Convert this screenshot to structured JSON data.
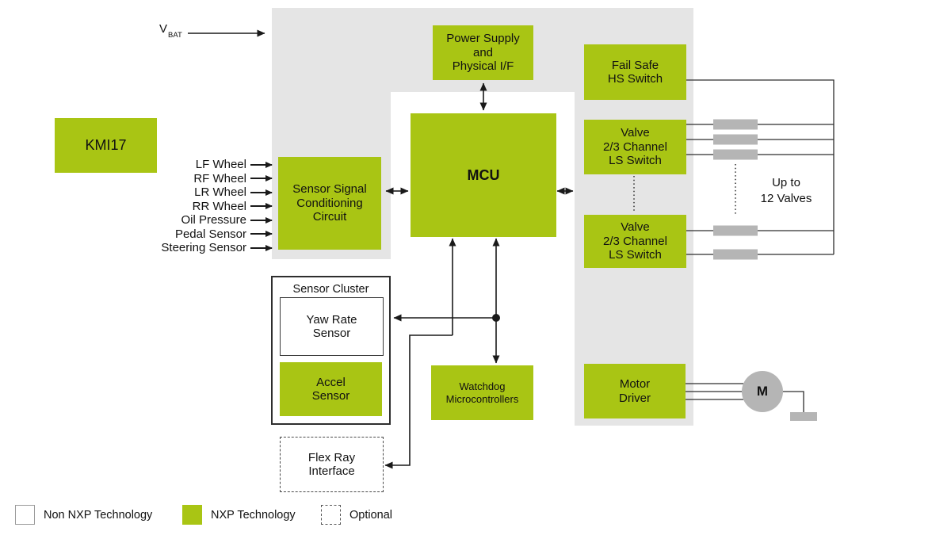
{
  "colors": {
    "nxp_green": "#A9C514",
    "panel_gray": "#E5E5E5",
    "component_gray": "#B5B5B5",
    "line_black": "#1a1a1a"
  },
  "blocks": {
    "kmi17": "KMI17",
    "power_supply": "Power Supply\nand\nPhysical I/F",
    "sensor_signal": "Sensor Signal\nConditioning\nCircuit",
    "mcu": "MCU",
    "fail_safe": "Fail Safe\nHS Switch",
    "valve_switch_1": "Valve\n2/3 Channel\nLS Switch",
    "valve_switch_2": "Valve\n2/3 Channel\nLS Switch",
    "watchdog": "Watchdog\nMicrocontrollers",
    "motor_driver": "Motor\nDriver",
    "sensor_cluster": "Sensor Cluster",
    "yaw_rate": "Yaw Rate\nSensor",
    "accel": "Accel\nSensor",
    "flex_ray": "Flex Ray\nInterface"
  },
  "sensor_inputs": [
    "LF Wheel",
    "RF Wheel",
    "LR Wheel",
    "RR Wheel",
    "Oil Pressure",
    "Pedal Sensor",
    "Steering Sensor"
  ],
  "annotations": {
    "vbat_main": "V",
    "vbat_sub": "BAT",
    "up_to_valves": "Up to\n12 Valves",
    "motor": "M"
  },
  "legend": [
    {
      "label": "Non NXP Technology"
    },
    {
      "label": "NXP Technology"
    },
    {
      "label": "Optional"
    }
  ]
}
